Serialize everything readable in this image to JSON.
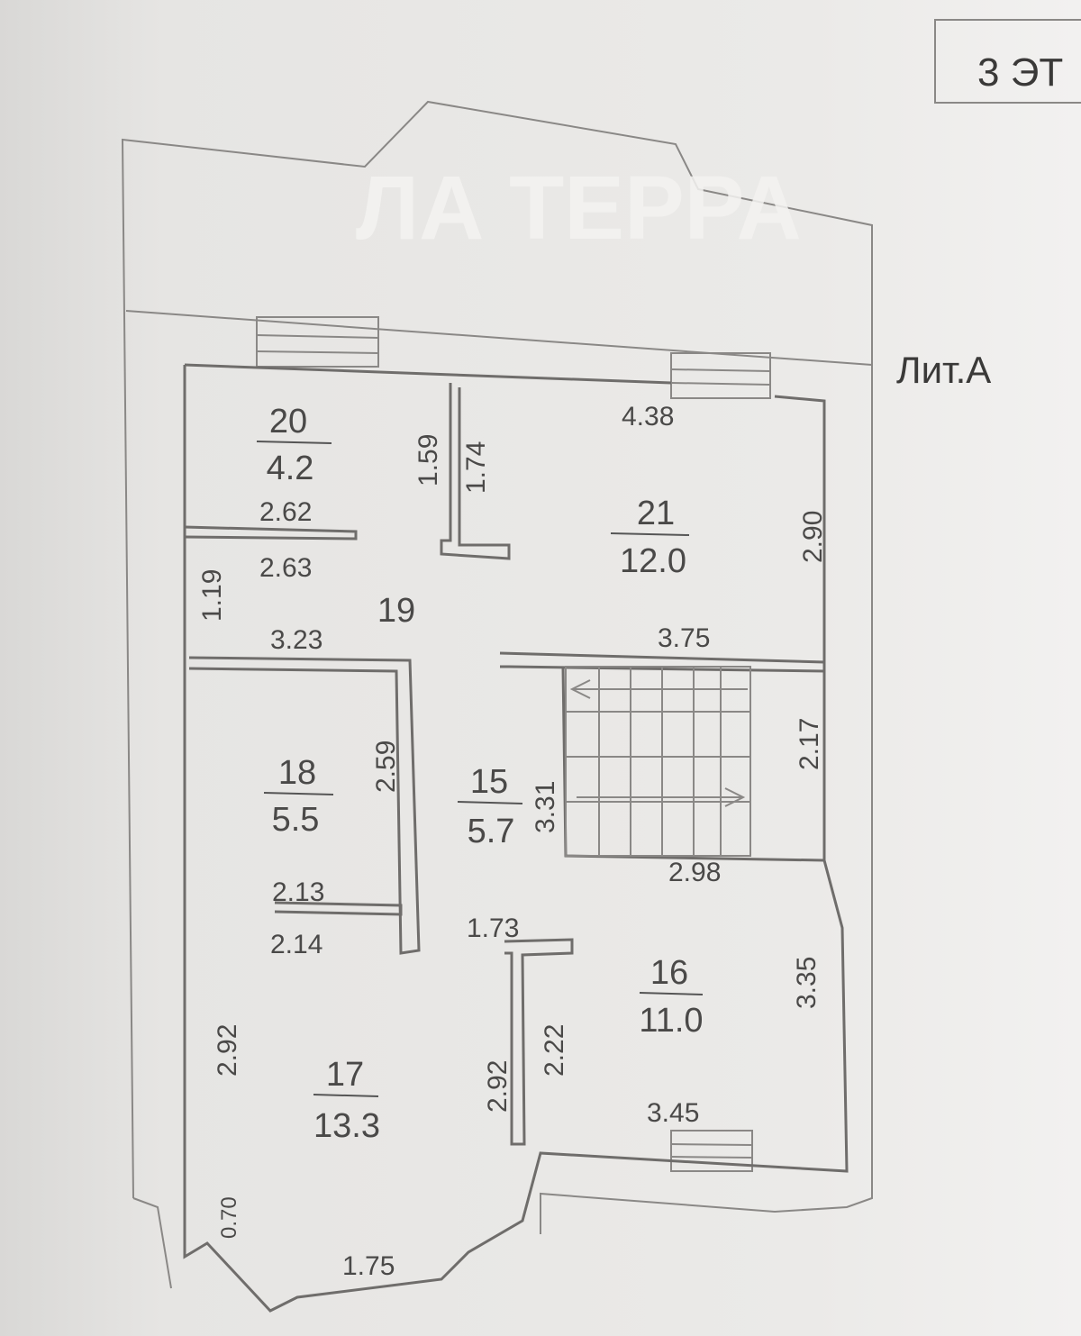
{
  "header": {
    "floor_label": "3 ЭТ",
    "liter_label": "Лит.А"
  },
  "watermark": "ЛА ТЕРРА",
  "rooms": [
    {
      "number": "20",
      "area": "4.2"
    },
    {
      "number": "21",
      "area": "12.0"
    },
    {
      "number": "19",
      "area": ""
    },
    {
      "number": "18",
      "area": "5.5"
    },
    {
      "number": "15",
      "area": "5.7"
    },
    {
      "number": "17",
      "area": "13.3"
    },
    {
      "number": "16",
      "area": "11.0"
    }
  ],
  "dimensions": {
    "d438": "4.38",
    "d159": "1.59",
    "d174": "1.74",
    "d290": "2.90",
    "d262": "2.62",
    "d263": "2.63",
    "d119": "1.19",
    "d323": "3.23",
    "d375": "3.75",
    "d259": "2.59",
    "d331": "3.31",
    "d217": "2.17",
    "d298": "2.98",
    "d213": "2.13",
    "d214": "2.14",
    "d173": "1.73",
    "d335": "3.35",
    "d222": "2.22",
    "d292a": "2.92",
    "d292b": "2.92",
    "d345": "3.45",
    "d070": "0.70",
    "d175": "1.75"
  }
}
